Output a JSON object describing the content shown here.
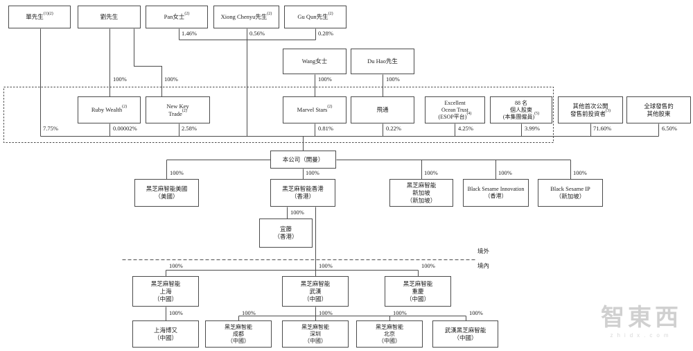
{
  "nodes": {
    "shan": {
      "lines": [
        "單先生"
      ],
      "sup": "(1)(2)"
    },
    "liu": {
      "lines": [
        "劉先生"
      ]
    },
    "pan": {
      "lines": [
        "Pan女士"
      ],
      "sup": "(2)"
    },
    "xiong": {
      "lines": [
        "Xiong Chenyu先生"
      ],
      "sup": "(2)"
    },
    "gu": {
      "lines": [
        "Gu Qun先生"
      ],
      "sup": "(2)"
    },
    "wang": {
      "lines": [
        "Wang女士"
      ]
    },
    "duhao": {
      "lines": [
        "Du Hao先生"
      ]
    },
    "ruby": {
      "lines": [
        "Ruby Wealth"
      ],
      "sup": "(2)"
    },
    "newkey": {
      "lines": [
        "New Key",
        "Trade"
      ],
      "sup": "(2)"
    },
    "marvel": {
      "lines": [
        "Marvel Stars"
      ],
      "sup": "(2)"
    },
    "feitong": {
      "lines": [
        "飛通"
      ]
    },
    "eot": {
      "lines": [
        "Excellent",
        "Ocean Trust",
        "(ESOP平台)"
      ],
      "sup": "(4)"
    },
    "individuals": {
      "lines": [
        "88 名",
        "個人股東",
        "(本集團僱員)"
      ],
      "sup": "(5)"
    },
    "preipo": {
      "lines": [
        "其他首次公開",
        "發售前投資者"
      ],
      "sup": "(3)"
    },
    "global_offering": {
      "lines": [
        "全球發售的",
        "其他股東"
      ]
    },
    "company": {
      "lines": [
        "本公司（開曼）"
      ]
    },
    "us": {
      "lines": [
        "黑芝麻智能美國",
        "（美國）"
      ]
    },
    "hk": {
      "lines": [
        "黑芝麻智能香港",
        "（香港）"
      ]
    },
    "sg": {
      "lines": [
        "黑芝麻智能",
        "新加坡",
        "（新加坡）"
      ]
    },
    "innovation": {
      "lines": [
        "Black Sesame Innovation",
        "（香港）"
      ]
    },
    "ip": {
      "lines": [
        "Black Sesame IP",
        "（新加坡）"
      ]
    },
    "yiteng": {
      "lines": [
        "宜藤",
        "（香港）"
      ]
    },
    "shanghai": {
      "lines": [
        "黑芝麻智能",
        "上海",
        "（中國）"
      ]
    },
    "wuhan": {
      "lines": [
        "黑芝麻智能",
        "武漢",
        "（中國）"
      ]
    },
    "chongqing": {
      "lines": [
        "黑芝麻智能",
        "重慶",
        "（中國）"
      ]
    },
    "boyou": {
      "lines": [
        "上海博又",
        "（中國）"
      ]
    },
    "chengdu": {
      "lines": [
        "黑芝麻智能",
        "成都",
        "（中國）"
      ]
    },
    "shenzhen": {
      "lines": [
        "黑芝麻智能",
        "深圳",
        "（中國）"
      ]
    },
    "beijing": {
      "lines": [
        "黑芝麻智能",
        "北京",
        "（中國）"
      ]
    },
    "wuhan_bs": {
      "lines": [
        "武漢黑芝麻智能",
        "（中國）"
      ]
    }
  },
  "edges": {
    "pct100": "100%",
    "pan": "1.46%",
    "xiong": "0.56%",
    "gu": "0.28%",
    "shan_direct": "7.75%",
    "ruby": "0.00002%",
    "newkey": "2.58%",
    "marvel": "0.81%",
    "feitong": "0.22%",
    "eot": "4.25%",
    "individuals": "3.99%",
    "preipo": "71.60%",
    "global_offering": "6.50%"
  },
  "regions": {
    "offshore": "境外",
    "onshore": "境內"
  },
  "watermark": {
    "logo": "智東西",
    "domain": "zhidx.com"
  }
}
